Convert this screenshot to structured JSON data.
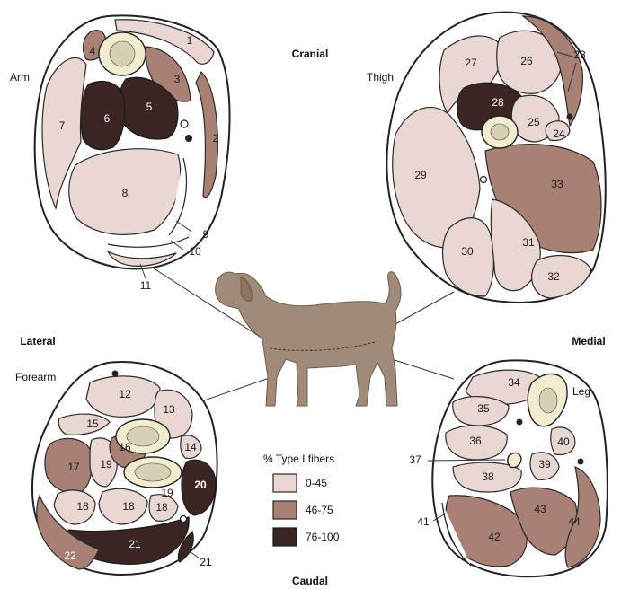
{
  "directions": {
    "cranial": "Cranial",
    "lateral": "Lateral",
    "medial": "Medial",
    "caudal": "Caudal"
  },
  "sections": {
    "arm": "Arm",
    "thigh": "Thigh",
    "forearm": "Forearm",
    "leg": "Leg"
  },
  "legend": {
    "title": "% Type I fibers",
    "items": [
      {
        "label": "0-45",
        "color": "#e9d8d2"
      },
      {
        "label": "46-75",
        "color": "#a98074"
      },
      {
        "label": "76-100",
        "color": "#3b2523"
      }
    ]
  },
  "arm_numbers": {
    "n1": "1",
    "n2": "2",
    "n3": "3",
    "n4": "4",
    "n5": "5",
    "n6": "6",
    "n7": "7",
    "n8": "8",
    "n9": "9",
    "n10": "10",
    "n11": "11"
  },
  "thigh_numbers": {
    "n23": "23",
    "n24": "24",
    "n25": "25",
    "n26": "26",
    "n27": "27",
    "n28": "28",
    "n29": "29",
    "n30": "30",
    "n31": "31",
    "n32": "32",
    "n33": "33"
  },
  "forearm_numbers": {
    "n12": "12",
    "n13": "13",
    "n14": "14",
    "n15": "15",
    "n16": "16",
    "n17": "17",
    "n18a": "18",
    "n18b": "18",
    "n18c": "18",
    "n19a": "19",
    "n19b": "19",
    "n20": "20",
    "n21a": "21",
    "n21b": "21",
    "n22": "22"
  },
  "leg_numbers": {
    "n34": "34",
    "n35": "35",
    "n36": "36",
    "n37": "37",
    "n38": "38",
    "n39": "39",
    "n40": "40",
    "n41": "41",
    "n42": "42",
    "n43": "43",
    "n44": "44"
  }
}
